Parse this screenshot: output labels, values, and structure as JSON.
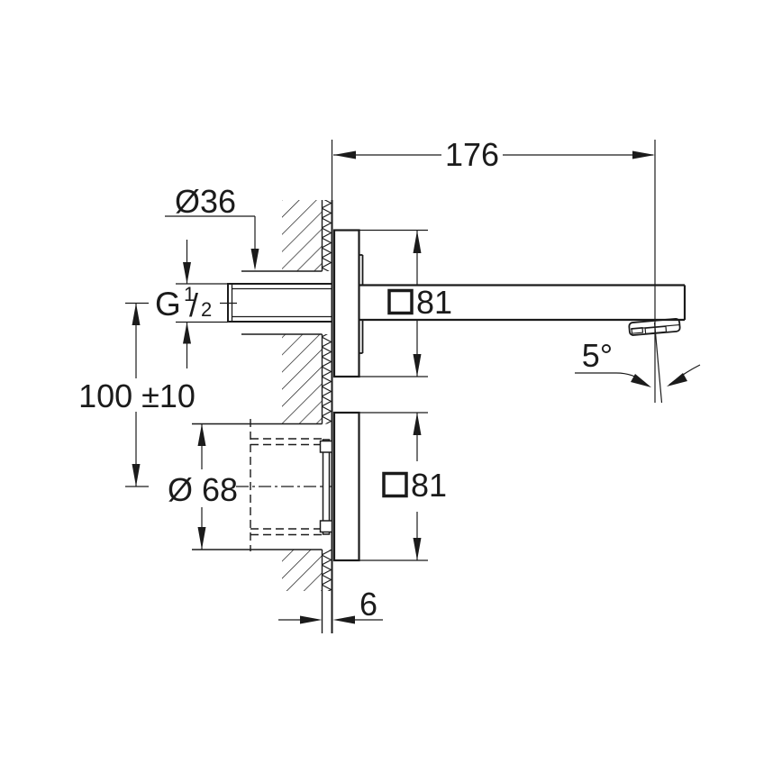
{
  "page": {
    "background": "#ffffff",
    "line_color": "#1b1b1b",
    "description": "Technical installation dimension drawing of a wall-mounted spout with concealed body"
  },
  "labels": {
    "projection_length": "176",
    "wall_hole_upper": "Ø36",
    "thread": {
      "letter": "G",
      "sup": "1",
      "slash": "/",
      "sub": "2"
    },
    "axis_spacing": "100 ±10",
    "wall_hole_lower": "Ø 68",
    "upper_plate": {
      "symbol": "square",
      "value": "81"
    },
    "lower_plate": {
      "symbol": "square",
      "value": "81"
    },
    "spray_angle": "5°",
    "finish_thickness": "6"
  }
}
